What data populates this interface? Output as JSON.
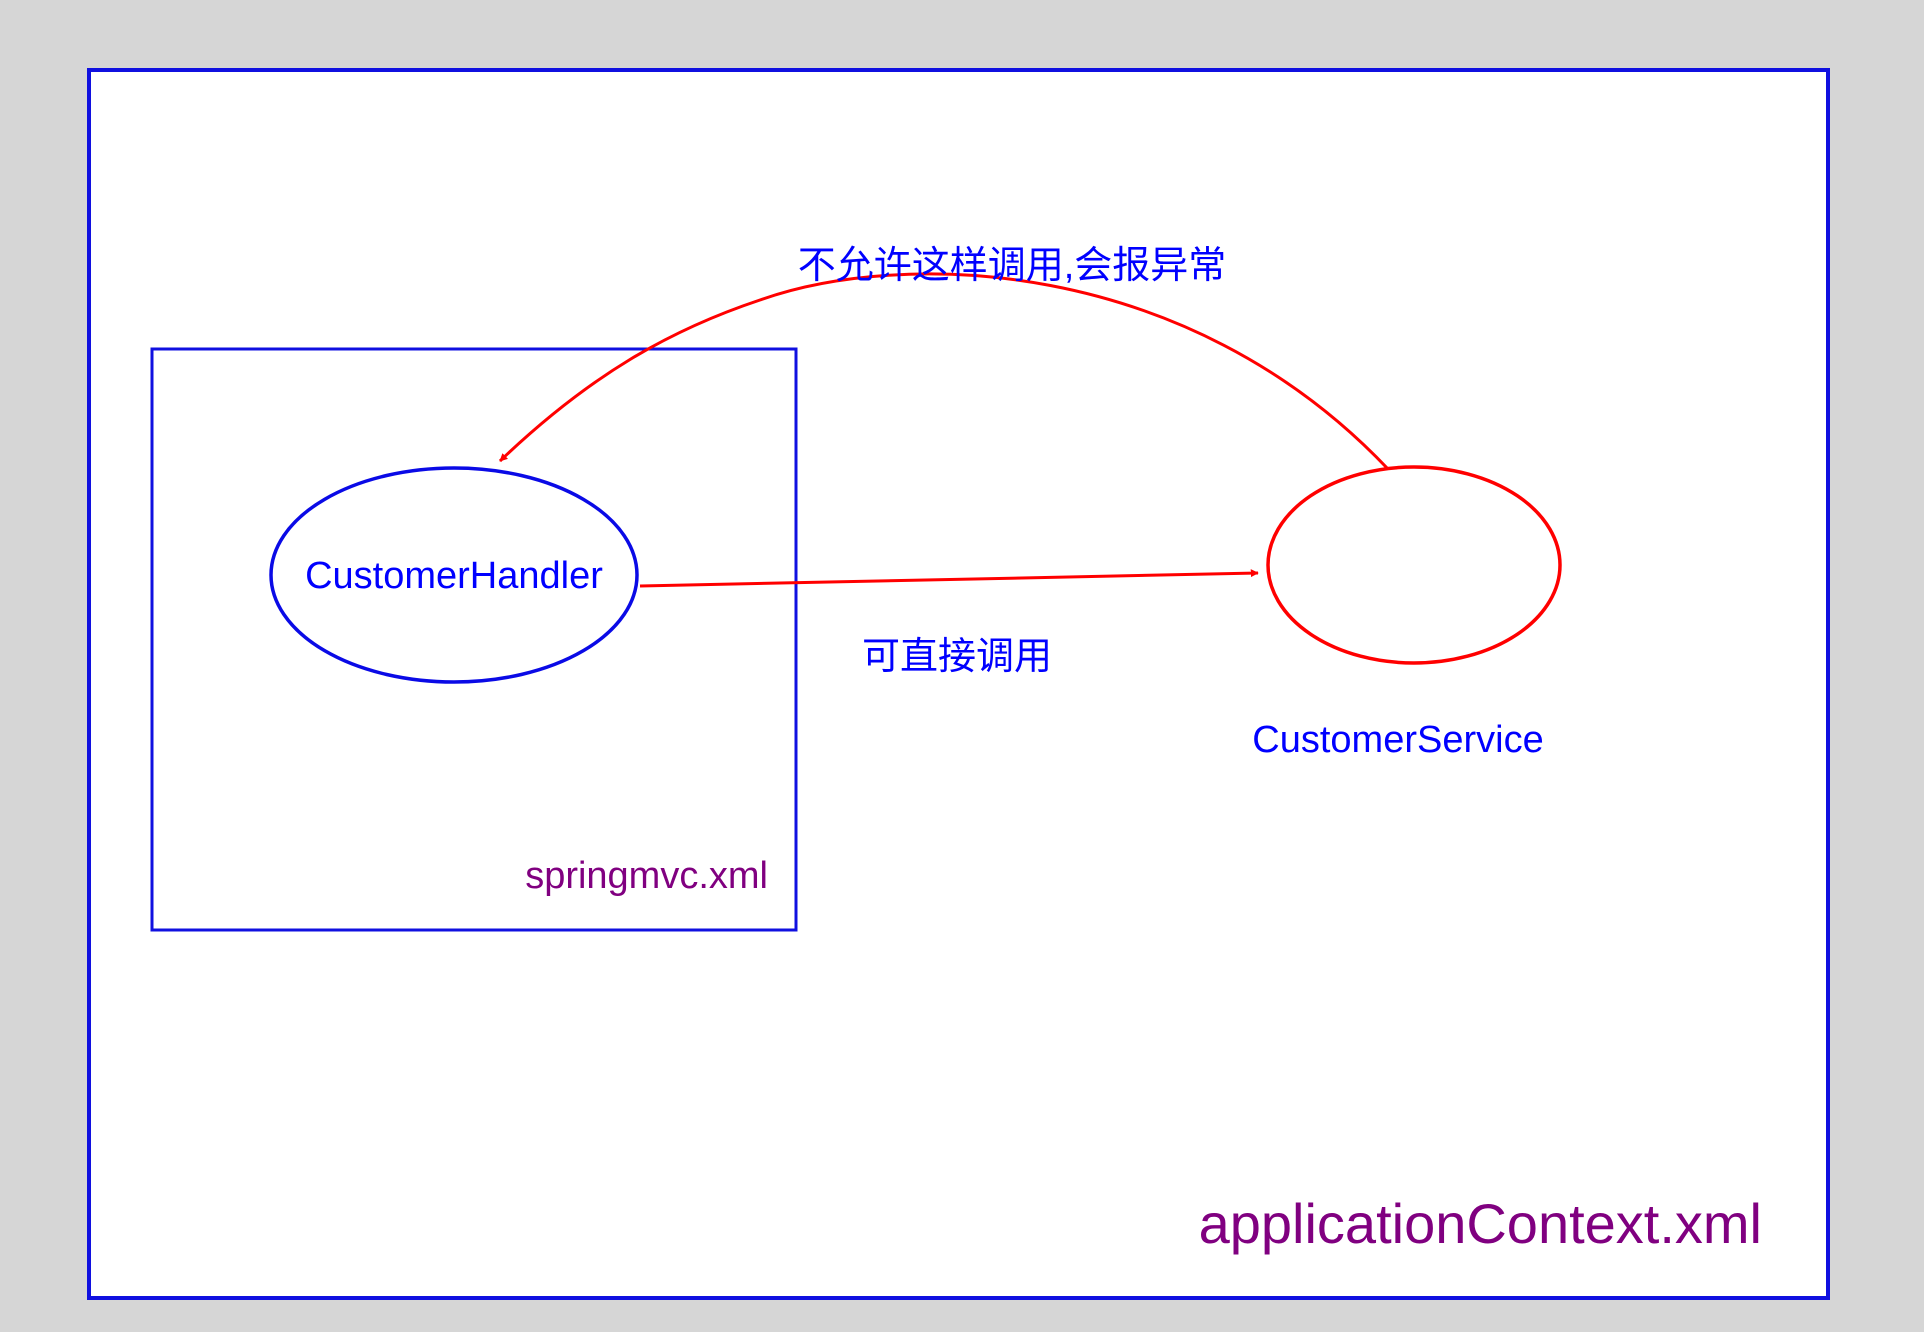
{
  "colors": {
    "page_background": "#d6d6d6",
    "canvas_background": "#ffffff",
    "frame_blue": "#1010e0",
    "arrow_red": "#ff0000",
    "container_label_purple": "#800080",
    "text_blue": "#0000ff"
  },
  "containers": {
    "application_context": {
      "label": "applicationContext.xml"
    },
    "springmvc": {
      "label": "springmvc.xml"
    }
  },
  "nodes": {
    "customer_handler": {
      "label": "CustomerHandler"
    },
    "customer_service": {
      "label": "CustomerService"
    }
  },
  "edges": {
    "allowed_call": {
      "label": "可直接调用",
      "from": "CustomerHandler",
      "to": "CustomerService"
    },
    "forbidden_call": {
      "label": "不允许这样调用,会报异常",
      "from": "CustomerService",
      "to": "CustomerHandler"
    }
  }
}
